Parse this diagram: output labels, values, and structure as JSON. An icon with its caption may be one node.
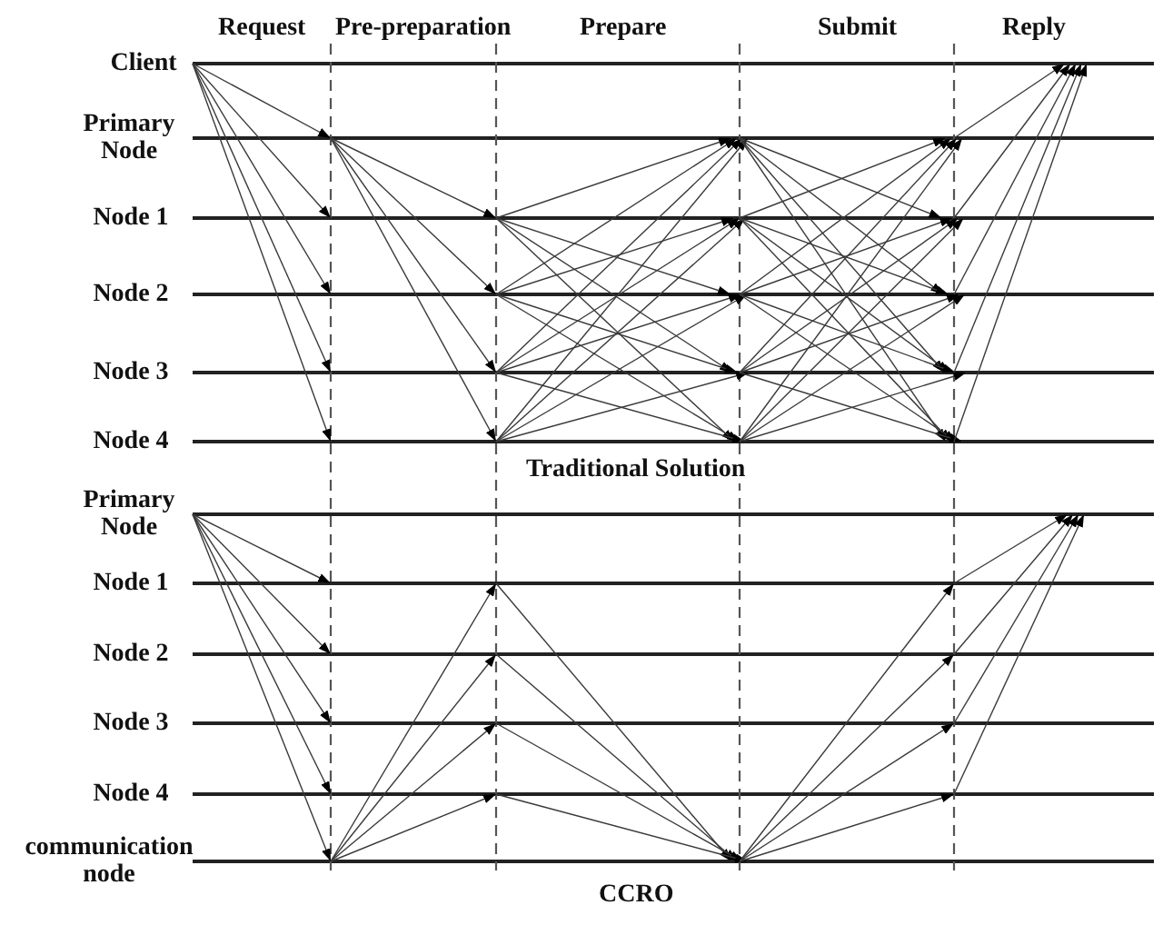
{
  "diagram": {
    "nodes": [
      {
        "text": [
          "Client"
        ]
      },
      {
        "text": [
          "Primary Node"
        ]
      },
      {
        "text": [
          "Node 1"
        ]
      },
      {
        "text": [
          "Node 2"
        ]
      },
      {
        "text": [
          "Node 3"
        ]
      },
      {
        "text": [
          "Node 4"
        ]
      },
      {
        "text": [
          "Primary Node"
        ]
      },
      {
        "text": [
          "Node 1"
        ]
      },
      {
        "text": [
          "Node 2"
        ]
      },
      {
        "text": [
          "Node 3"
        ]
      },
      {
        "text": [
          "Node 4"
        ]
      },
      {
        "text": [
          "communication node"
        ]
      }
    ],
    "edges": [
      {
        "from": 0,
        "to": 1,
        "arrow": "to"
      },
      {
        "from": 0,
        "to": 2,
        "arrow": "to"
      },
      {
        "from": 0,
        "to": 3,
        "arrow": "to"
      },
      {
        "from": 0,
        "to": 4,
        "arrow": "to"
      },
      {
        "from": 0,
        "to": 5,
        "arrow": "to"
      },
      {
        "from": 1,
        "to": 2,
        "arrow": "to"
      },
      {
        "from": 1,
        "to": 3,
        "arrow": "to"
      },
      {
        "from": 1,
        "to": 4,
        "arrow": "to"
      },
      {
        "from": 1,
        "to": 5,
        "arrow": "to"
      },
      {
        "from": 2,
        "to": 1,
        "arrow": "to"
      },
      {
        "from": 2,
        "to": 3,
        "arrow": "to"
      },
      {
        "from": 2,
        "to": 4,
        "arrow": "to"
      },
      {
        "from": 2,
        "to": 5,
        "arrow": "to"
      },
      {
        "from": 3,
        "to": 1,
        "arrow": "to"
      },
      {
        "from": 3,
        "to": 2,
        "arrow": "to"
      },
      {
        "from": 3,
        "to": 4,
        "arrow": "to"
      },
      {
        "from": 3,
        "to": 5,
        "arrow": "to"
      },
      {
        "from": 4,
        "to": 1,
        "arrow": "to"
      },
      {
        "from": 4,
        "to": 2,
        "arrow": "to"
      },
      {
        "from": 4,
        "to": 3,
        "arrow": "to"
      },
      {
        "from": 4,
        "to": 5,
        "arrow": "to"
      },
      {
        "from": 5,
        "to": 1,
        "arrow": "to"
      },
      {
        "from": 5,
        "to": 2,
        "arrow": "to"
      },
      {
        "from": 5,
        "to": 3,
        "arrow": "to"
      },
      {
        "from": 5,
        "to": 4,
        "arrow": "to"
      },
      {
        "from": 1,
        "to": 2,
        "arrow": "to"
      },
      {
        "from": 1,
        "to": 3,
        "arrow": "to"
      },
      {
        "from": 1,
        "to": 4,
        "arrow": "to"
      },
      {
        "from": 1,
        "to": 5,
        "arrow": "to"
      },
      {
        "from": 2,
        "to": 1,
        "arrow": "to"
      },
      {
        "from": 2,
        "to": 3,
        "arrow": "to"
      },
      {
        "from": 2,
        "to": 4,
        "arrow": "to"
      },
      {
        "from": 2,
        "to": 5,
        "arrow": "to"
      },
      {
        "from": 3,
        "to": 1,
        "arrow": "to"
      },
      {
        "from": 3,
        "to": 2,
        "arrow": "to"
      },
      {
        "from": 3,
        "to": 4,
        "arrow": "to"
      },
      {
        "from": 3,
        "to": 5,
        "arrow": "to"
      },
      {
        "from": 4,
        "to": 1,
        "arrow": "to"
      },
      {
        "from": 4,
        "to": 2,
        "arrow": "to"
      },
      {
        "from": 4,
        "to": 3,
        "arrow": "to"
      },
      {
        "from": 4,
        "to": 5,
        "arrow": "to"
      },
      {
        "from": 5,
        "to": 1,
        "arrow": "to"
      },
      {
        "from": 5,
        "to": 2,
        "arrow": "to"
      },
      {
        "from": 5,
        "to": 3,
        "arrow": "to"
      },
      {
        "from": 5,
        "to": 4,
        "arrow": "to"
      },
      {
        "from": 1,
        "to": 0,
        "arrow": "to"
      },
      {
        "from": 2,
        "to": 0,
        "arrow": "to"
      },
      {
        "from": 3,
        "to": 0,
        "arrow": "to"
      },
      {
        "from": 4,
        "to": 0,
        "arrow": "to"
      },
      {
        "from": 5,
        "to": 0,
        "arrow": "to"
      },
      {
        "from": 6,
        "to": 7,
        "arrow": "to"
      },
      {
        "from": 6,
        "to": 8,
        "arrow": "to"
      },
      {
        "from": 6,
        "to": 9,
        "arrow": "to"
      },
      {
        "from": 6,
        "to": 10,
        "arrow": "to"
      },
      {
        "from": 6,
        "to": 11,
        "arrow": "to"
      },
      {
        "from": 11,
        "to": 7,
        "arrow": "to"
      },
      {
        "from": 11,
        "to": 8,
        "arrow": "to"
      },
      {
        "from": 11,
        "to": 9,
        "arrow": "to"
      },
      {
        "from": 11,
        "to": 10,
        "arrow": "to"
      },
      {
        "from": 7,
        "to": 11,
        "arrow": "to"
      },
      {
        "from": 8,
        "to": 11,
        "arrow": "to"
      },
      {
        "from": 9,
        "to": 11,
        "arrow": "to"
      },
      {
        "from": 10,
        "to": 11,
        "arrow": "to"
      },
      {
        "from": 11,
        "to": 7,
        "arrow": "to"
      },
      {
        "from": 11,
        "to": 8,
        "arrow": "to"
      },
      {
        "from": 11,
        "to": 9,
        "arrow": "to"
      },
      {
        "from": 11,
        "to": 10,
        "arrow": "to"
      },
      {
        "from": 7,
        "to": 6,
        "arrow": "to"
      },
      {
        "from": 8,
        "to": 6,
        "arrow": "to"
      },
      {
        "from": 9,
        "to": 6,
        "arrow": "to"
      },
      {
        "from": 10,
        "to": 6,
        "arrow": "to"
      }
    ],
    "labels": [
      "Request",
      "Pre-preparation",
      "Prepare",
      "Submit",
      "Reply",
      "Traditional Solution",
      "CCRO"
    ]
  }
}
